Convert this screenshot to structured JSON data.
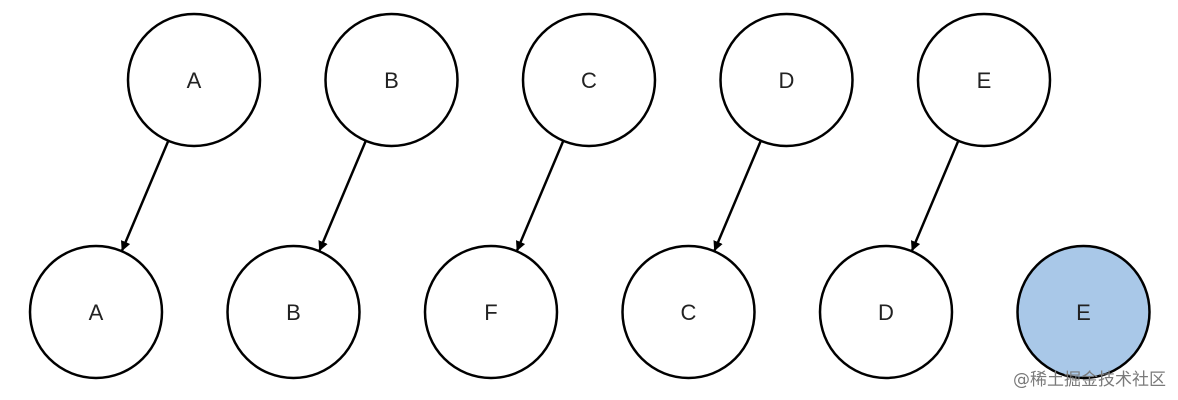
{
  "diagram": {
    "colors": {
      "stroke": "#000000",
      "node_fill": "#ffffff",
      "highlight_fill": "#a9c8e8"
    },
    "top_row": [
      {
        "id": "top-a",
        "label": "A"
      },
      {
        "id": "top-b",
        "label": "B"
      },
      {
        "id": "top-c",
        "label": "C"
      },
      {
        "id": "top-d",
        "label": "D"
      },
      {
        "id": "top-e",
        "label": "E"
      }
    ],
    "bottom_row": [
      {
        "id": "bottom-a",
        "label": "A",
        "highlighted": false
      },
      {
        "id": "bottom-b",
        "label": "B",
        "highlighted": false
      },
      {
        "id": "bottom-f",
        "label": "F",
        "highlighted": false
      },
      {
        "id": "bottom-c",
        "label": "C",
        "highlighted": false
      },
      {
        "id": "bottom-d",
        "label": "D",
        "highlighted": false
      },
      {
        "id": "bottom-e",
        "label": "E",
        "highlighted": true
      }
    ],
    "edges": [
      {
        "from": "top-a",
        "to": "bottom-a"
      },
      {
        "from": "top-b",
        "to": "bottom-b"
      },
      {
        "from": "top-c",
        "to": "bottom-f"
      },
      {
        "from": "top-d",
        "to": "bottom-c"
      },
      {
        "from": "top-e",
        "to": "bottom-d"
      }
    ]
  },
  "watermark": {
    "text": "@稀土掘金技术社区"
  }
}
